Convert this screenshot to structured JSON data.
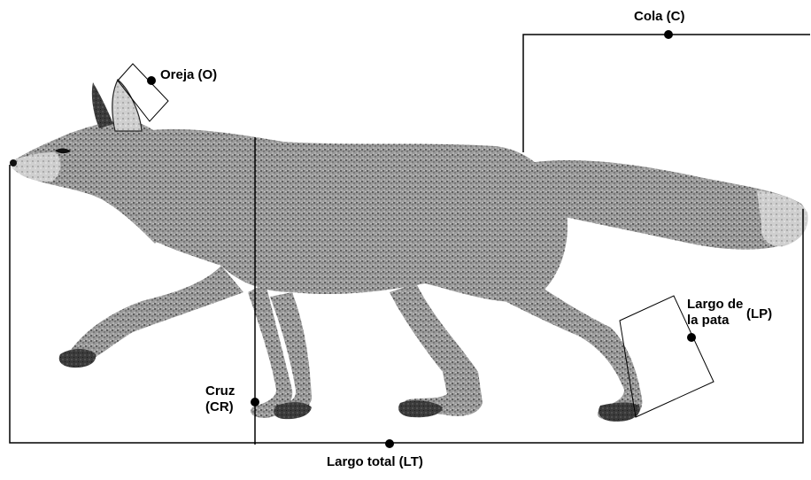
{
  "labels": {
    "oreja": "Oreja (O)",
    "cola": "Cola (C)",
    "largo_pata_line1": "Largo de",
    "largo_pata_line2": "la pata",
    "largo_pata_abbr": "(LP)",
    "cruz_line1": "Cruz",
    "cruz_line2": "(CR)",
    "largo_total": "Largo total (LT)"
  },
  "colors": {
    "line": "#000000",
    "fox_fill": "#8a8a8a",
    "fox_dark": "#2a2a2a",
    "fox_light": "#d8d8d8",
    "background": "#ffffff"
  }
}
